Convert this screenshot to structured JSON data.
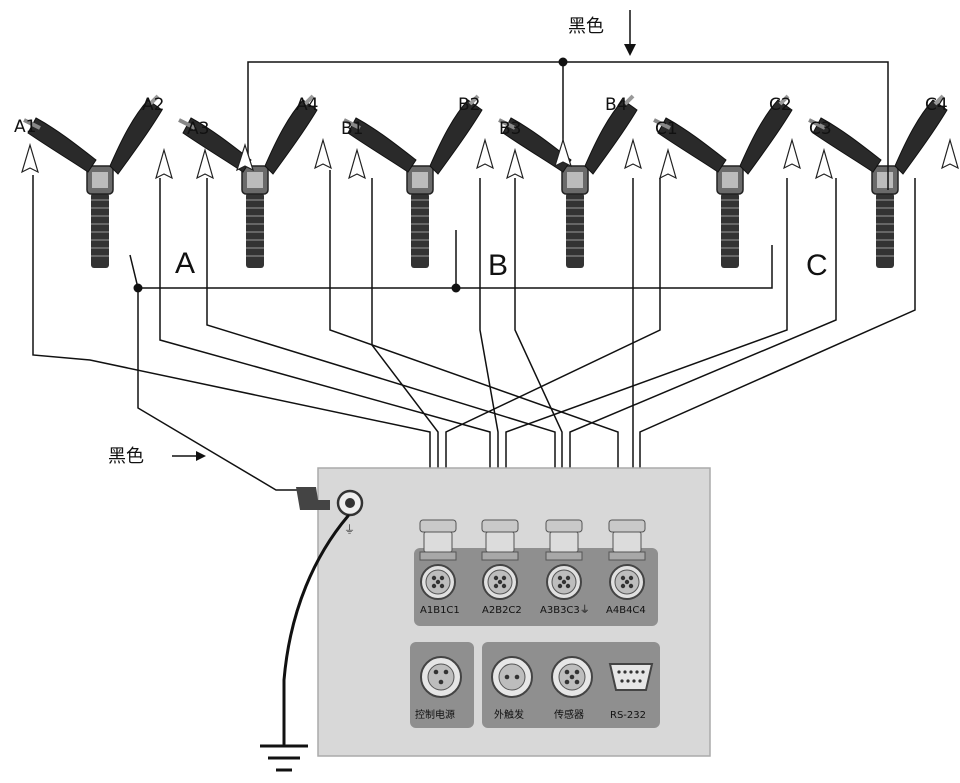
{
  "top_black_label": "黑色",
  "left_black_label": "黑色",
  "clamp_labels": [
    "A1",
    "A2",
    "A3",
    "A4",
    "B1",
    "B2",
    "B3",
    "B4",
    "C1",
    "C2",
    "C3",
    "C4"
  ],
  "phase_labels": [
    "A",
    "B",
    "C"
  ],
  "connectors": {
    "c1": "A1B1C1",
    "c2": "A2B2C2",
    "c3": "A3B3C3⏚",
    "c4": "A4B4C4"
  },
  "ports": {
    "control_power": "控制电源",
    "external_trigger": "外触发",
    "sensor": "传感器",
    "rs232": "RS-232"
  }
}
